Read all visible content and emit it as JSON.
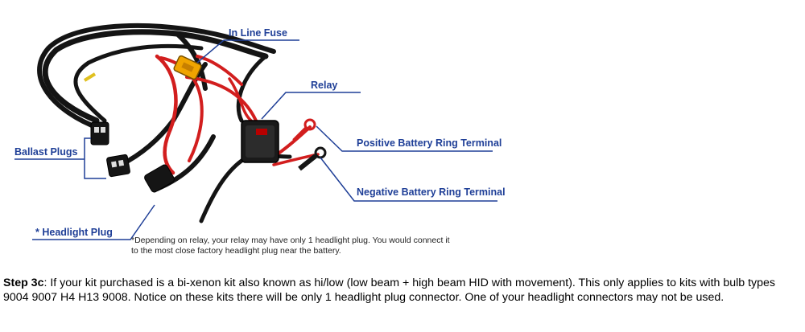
{
  "labels": {
    "in_line_fuse": "In Line Fuse",
    "relay": "Relay",
    "positive_terminal": "Positive Battery Ring Terminal",
    "negative_terminal": "Negative Battery Ring Terminal",
    "ballast_plugs": "Ballast Plugs",
    "headlight_plug": "* Headlight Plug"
  },
  "note": {
    "line1": "*Depending on relay, your relay may have only 1 headlight plug. You would connect it",
    "line2": "to the most close factory headlight plug near the battery."
  },
  "caption": {
    "step": "Step 3c",
    "text": ": If your kit purchased is a bi-xenon kit also known as hi/low (low beam + high beam HID with movement). This only applies to kits with bulb types 9004 9007 H4 H13 9008. Notice on these kits there will be only 1 headlight plug connector. One of your headlight connectors may not be used."
  },
  "colors": {
    "label_blue": "#1f3f97",
    "wire_black": "#141414",
    "wire_red": "#d21e1e",
    "fuse_yellow": "#f0a400"
  }
}
